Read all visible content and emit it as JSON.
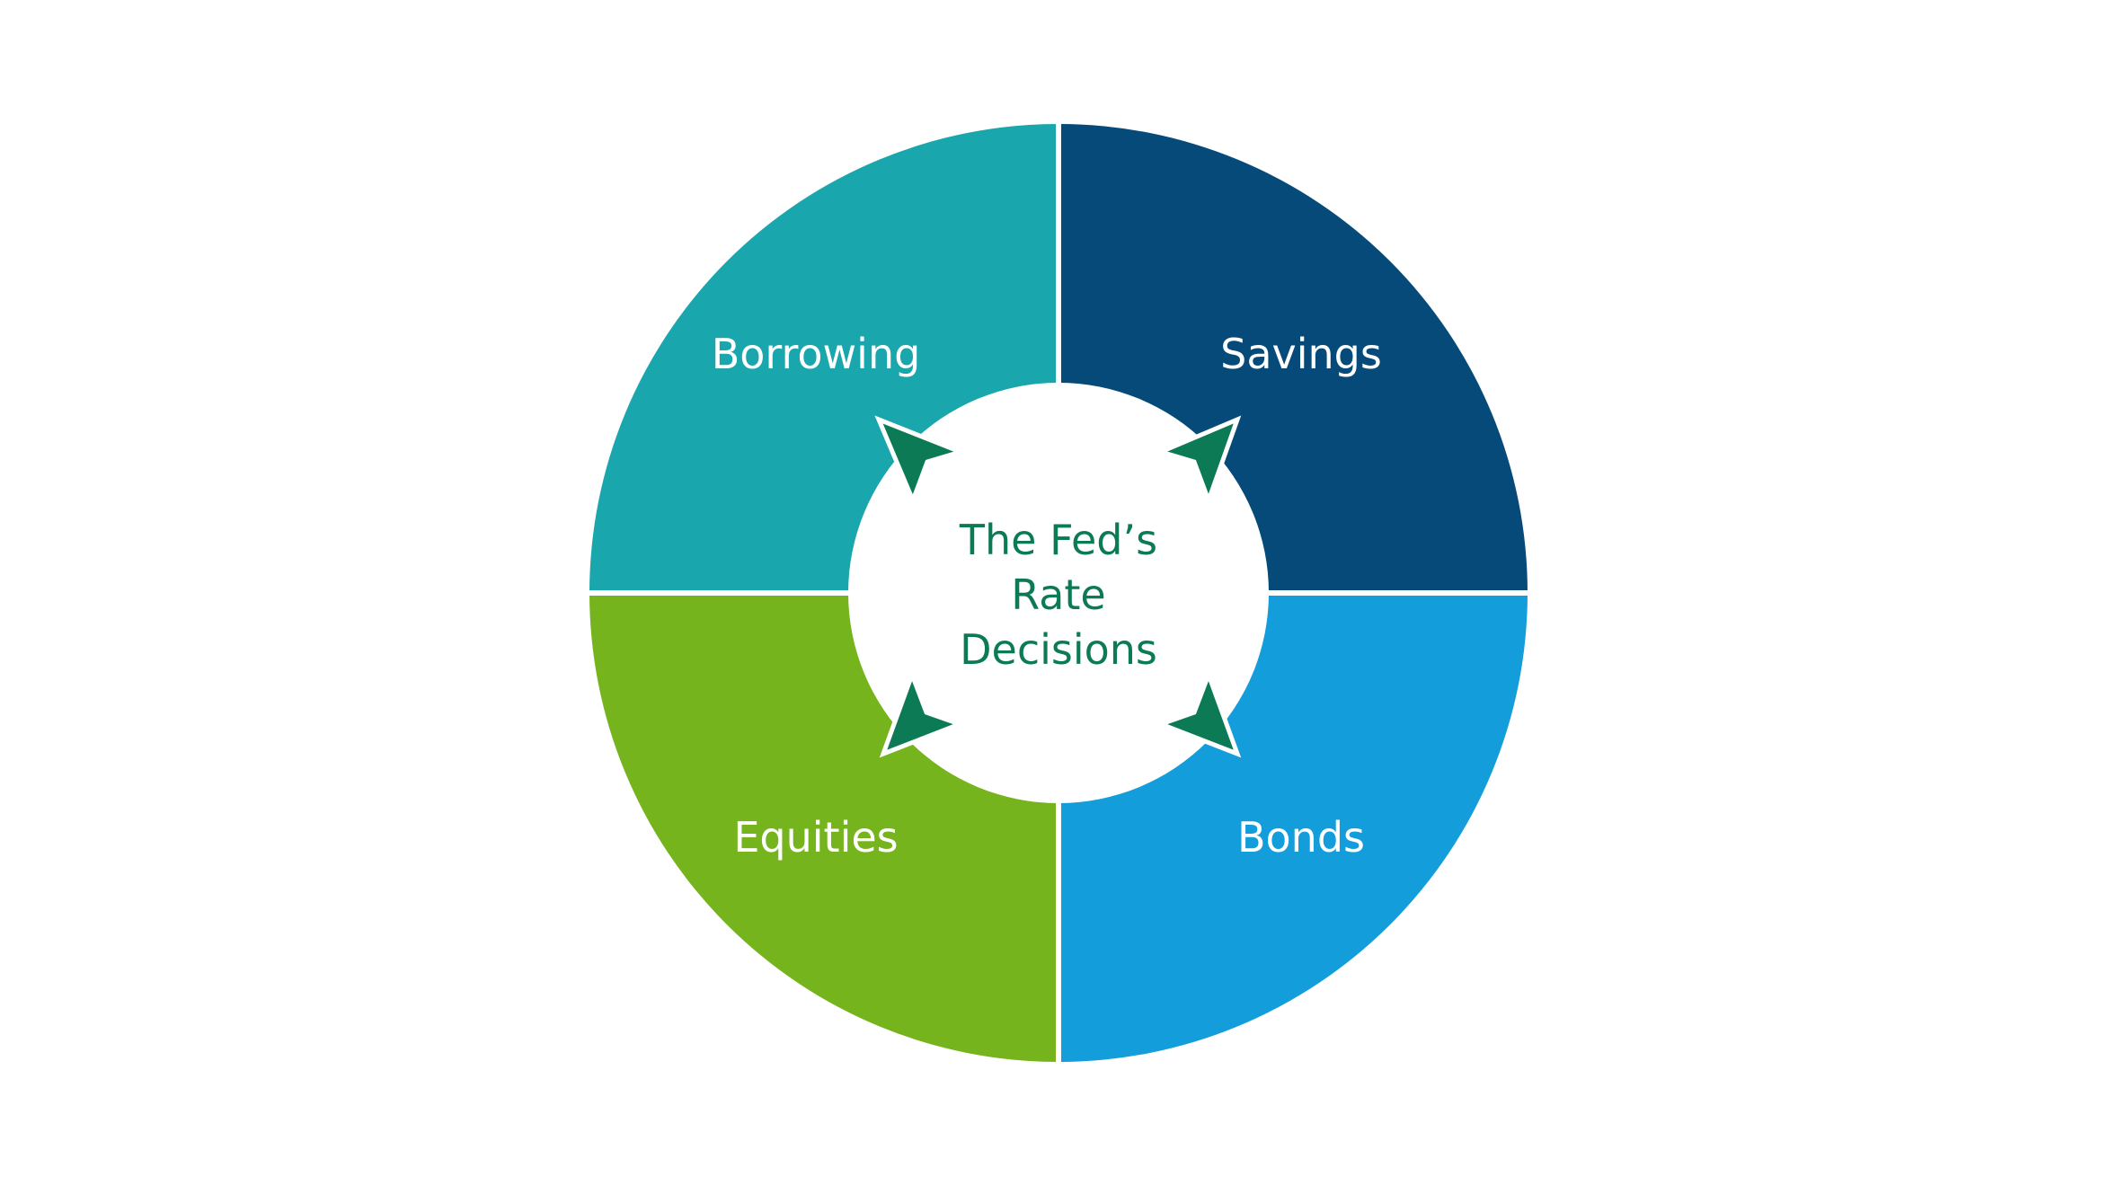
{
  "diagram": {
    "center": {
      "lines": [
        "The Fed’s",
        "Rate",
        "Decisions"
      ],
      "color": "#0b7a55"
    },
    "quadrants": [
      {
        "position": "top-left",
        "label": "Borrowing",
        "color": "#1aa6ad"
      },
      {
        "position": "top-right",
        "label": "Savings",
        "color": "#064a7a"
      },
      {
        "position": "bottom-left",
        "label": "Equities",
        "color": "#76b41e"
      },
      {
        "position": "bottom-right",
        "label": "Bonds",
        "color": "#149ddb"
      }
    ],
    "arrows": {
      "color": "#0b7a55",
      "outline": "#ffffff",
      "directions": [
        "top-left",
        "top-right",
        "bottom-left",
        "bottom-right"
      ]
    }
  }
}
